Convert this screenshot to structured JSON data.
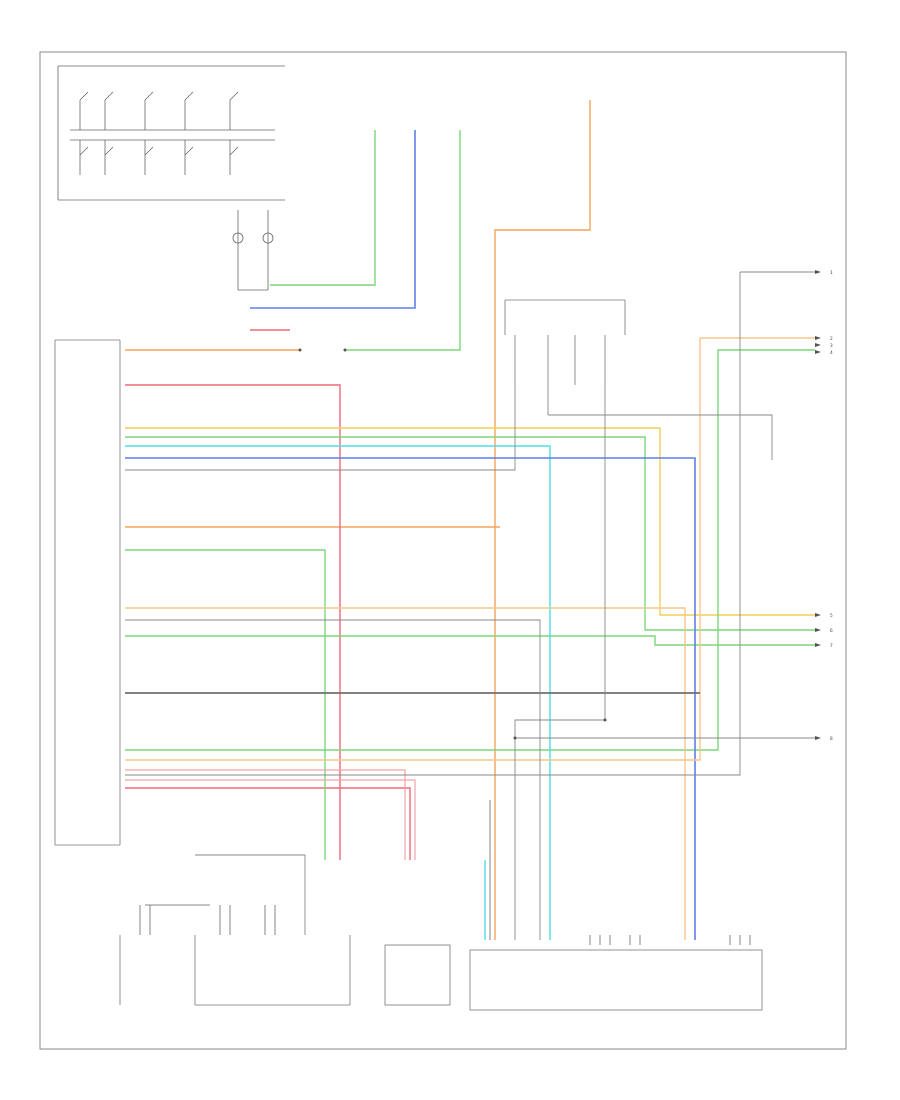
{
  "diagram": {
    "footer_code": "",
    "colors": {
      "frame": "#888888",
      "line": "#555555",
      "orange": "#f5a45a",
      "pink": "#f06a78",
      "yellow": "#f2cf55",
      "green": "#7bd67a",
      "cyan": "#4fdde8",
      "blue": "#5f7ee8",
      "dark_green": "#3a8a3a",
      "gray": "#6f6f6f",
      "tan": "#f7c68a",
      "light_green": "#9ee49a"
    }
  },
  "connectors": {
    "right_arrows": [
      "1",
      "2",
      "3",
      "4",
      "5",
      "6",
      "7",
      "8"
    ]
  }
}
